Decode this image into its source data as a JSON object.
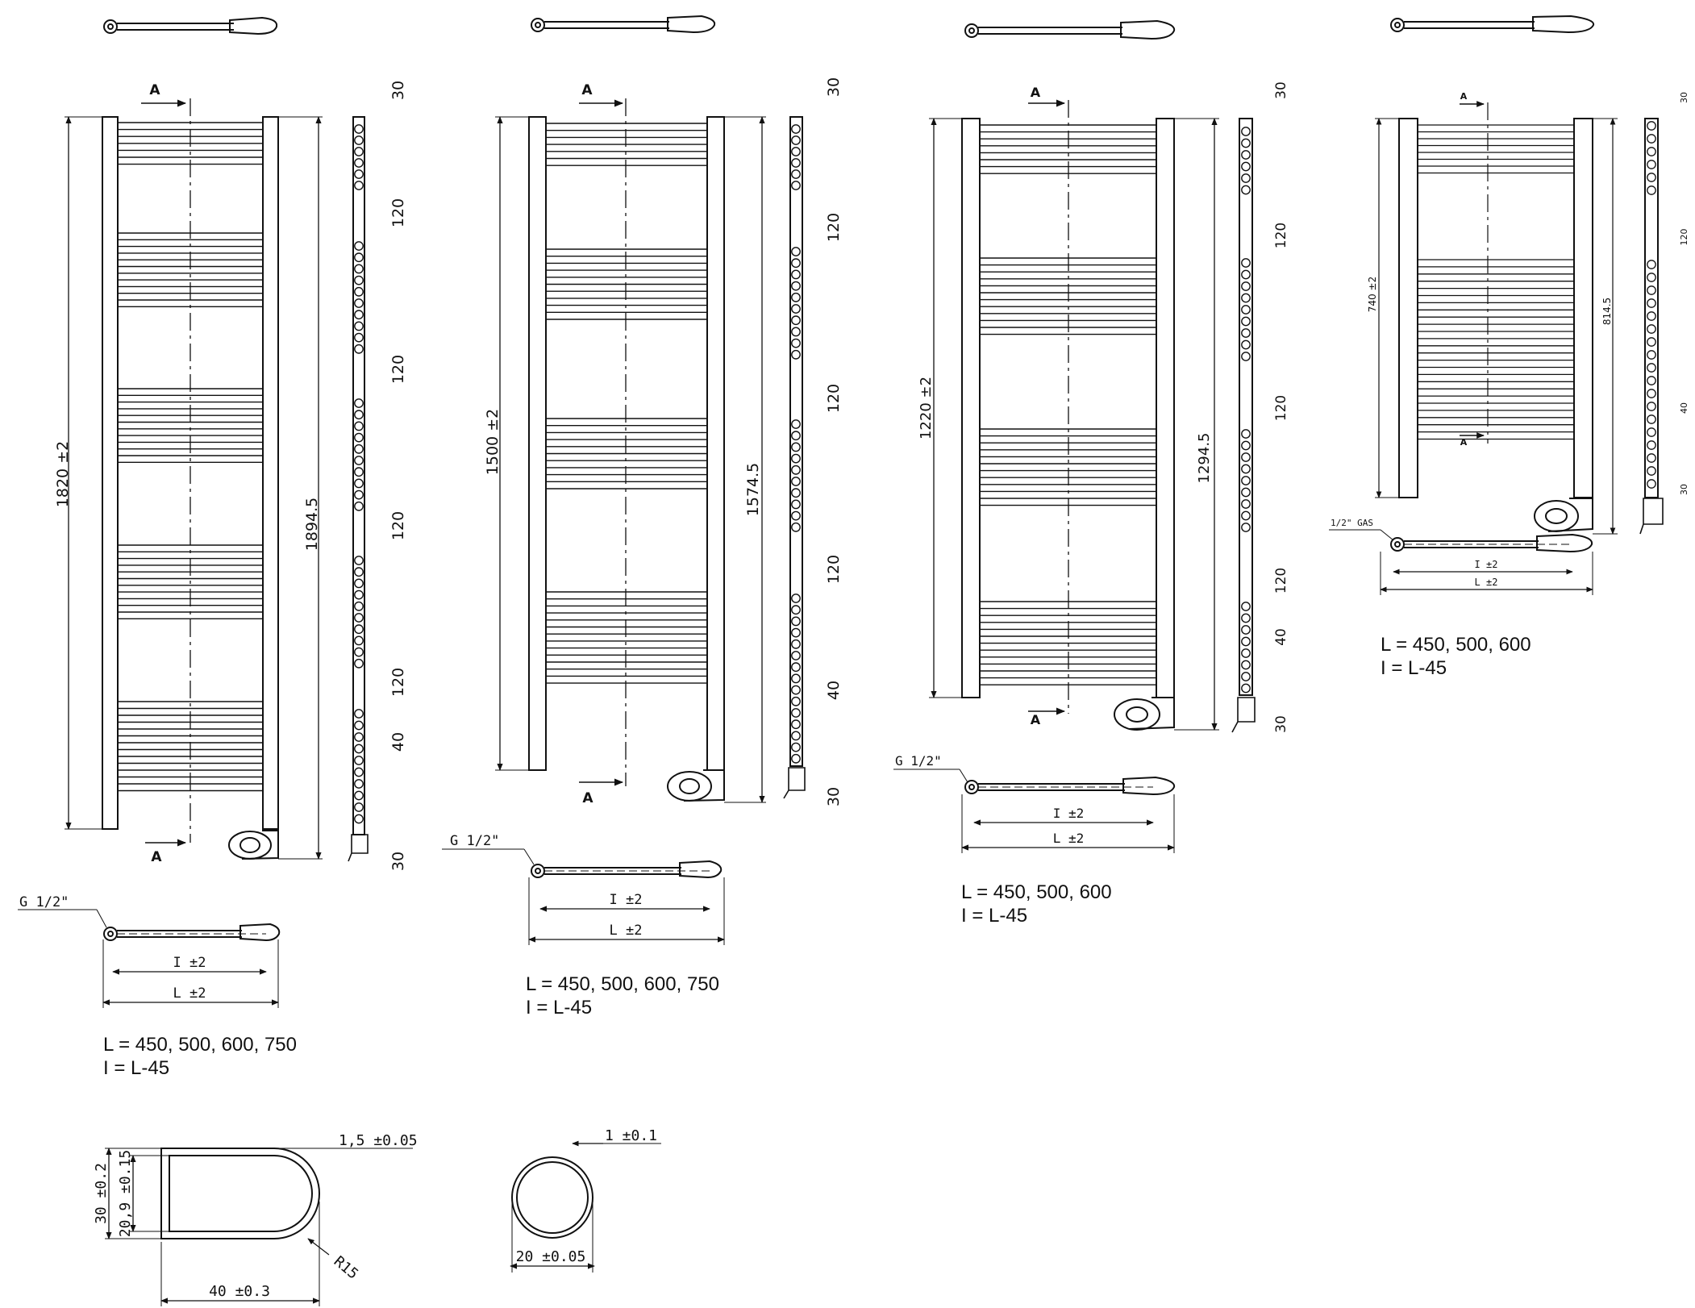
{
  "views": [
    {
      "height": "1820 ±2",
      "total": "1894.5",
      "section": "A",
      "pitch": [
        "30",
        "120",
        "120",
        "120",
        "120",
        "40",
        "30"
      ],
      "inlet": "G 1/2\"",
      "small_l": "I ±2",
      "big_l": "L ±2",
      "note_line1": "L = 450, 500, 600, 750",
      "note_line2": "I = L-45"
    },
    {
      "height": "1500 ±2",
      "total": "1574.5",
      "section": "A",
      "pitch": [
        "30",
        "120",
        "120",
        "120",
        "40",
        "30"
      ],
      "inlet": "G 1/2\"",
      "small_l": "I ±2",
      "big_l": "L ±2",
      "note_line1": "L = 450, 500, 600, 750",
      "note_line2": "I = L-45"
    },
    {
      "height": "1220 ±2",
      "total": "1294.5",
      "section": "A",
      "pitch": [
        "30",
        "120",
        "120",
        "120",
        "40",
        "30"
      ],
      "inlet": "G 1/2\"",
      "small_l": "I ±2",
      "big_l": "L ±2",
      "note_line1": "L = 450, 500, 600",
      "note_line2": "I = L-45"
    },
    {
      "height": "740 ±2",
      "total": "814.5",
      "section": "A",
      "pitch": [
        "30",
        "120",
        "40",
        "30"
      ],
      "inlet": "1/2\" GAS",
      "small_l": "I ±2",
      "big_l": "L ±2",
      "note_line1": "L = 450, 500, 600",
      "note_line2": "I = L-45"
    }
  ],
  "profile_d": {
    "wall": "1,5 ±0.05",
    "outer_h": "30 ±0.2",
    "inner_h": "20,9 ±0.15",
    "radius": "R15",
    "width": "40 ±0.3"
  },
  "profile_round": {
    "wall": "1 ±0.1",
    "diameter": "20 ±0.05"
  }
}
